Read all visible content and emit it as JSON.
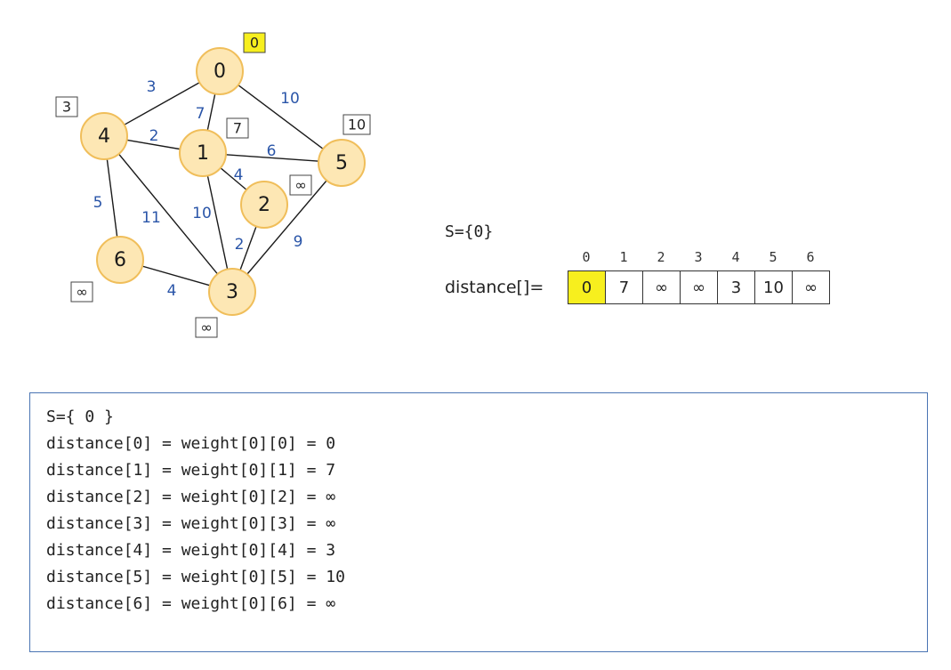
{
  "graph": {
    "nodes": [
      "0",
      "1",
      "2",
      "3",
      "4",
      "5",
      "6"
    ],
    "edges": [
      {
        "from": "0",
        "to": "4",
        "weight": "3"
      },
      {
        "from": "0",
        "to": "1",
        "weight": "7"
      },
      {
        "from": "0",
        "to": "5",
        "weight": "10"
      },
      {
        "from": "4",
        "to": "1",
        "weight": "2"
      },
      {
        "from": "1",
        "to": "5",
        "weight": "6"
      },
      {
        "from": "1",
        "to": "2",
        "weight": "4"
      },
      {
        "from": "4",
        "to": "6",
        "weight": "5"
      },
      {
        "from": "4",
        "to": "3",
        "weight": "11"
      },
      {
        "from": "1",
        "to": "3",
        "weight": "10"
      },
      {
        "from": "2",
        "to": "3",
        "weight": "2"
      },
      {
        "from": "5",
        "to": "3",
        "weight": "9"
      },
      {
        "from": "6",
        "to": "3",
        "weight": "4"
      }
    ],
    "distance_tags": {
      "0": "0",
      "1": "7",
      "2": "∞",
      "3": "∞",
      "4": "3",
      "5": "10",
      "6": "∞"
    },
    "highlighted_node_tag": "0"
  },
  "set_label": "S={0}",
  "array": {
    "label": "distance[]=",
    "indices": [
      "0",
      "1",
      "2",
      "3",
      "4",
      "5",
      "6"
    ],
    "values": [
      "0",
      "7",
      "∞",
      "∞",
      "3",
      "10",
      "∞"
    ],
    "highlighted_index": 0
  },
  "colors": {
    "node_fill": "#fde7b4",
    "node_stroke": "#f0be5a",
    "weight_text": "#2a55a8",
    "highlight": "#f7ef1e",
    "box_border": "#4a74b3"
  },
  "code_lines": [
    "S={ 0 }",
    "distance[0] = weight[0][0] = 0",
    "distance[1] = weight[0][1] = 7",
    "distance[2] = weight[0][2] = ∞",
    "distance[3] = weight[0][3] = ∞",
    "distance[4] = weight[0][4] = 3",
    "distance[5] = weight[0][5] = 10",
    "distance[6] = weight[0][6] = ∞"
  ]
}
